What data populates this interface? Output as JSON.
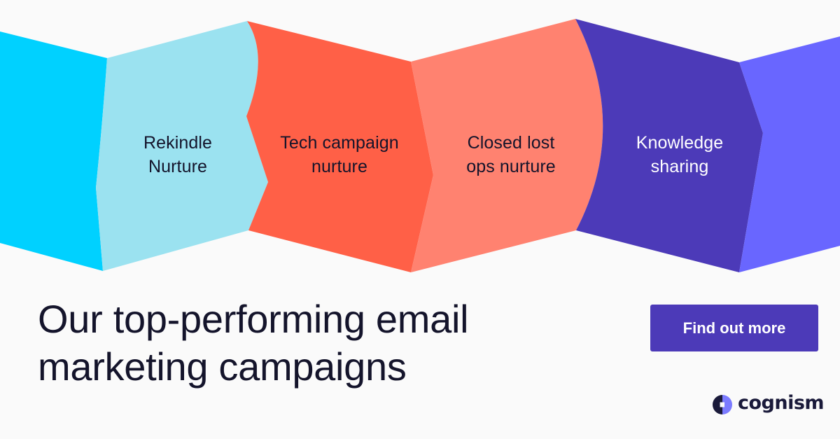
{
  "banner": {
    "segments": [
      {
        "id": "cyan",
        "label_line1": "",
        "label_line2": "",
        "color": "#00D1FF"
      },
      {
        "id": "rekindle",
        "label_line1": "Rekindle",
        "label_line2": "Nurture",
        "color": "#9BE2F0"
      },
      {
        "id": "tech",
        "label_line1": "Tech campaign",
        "label_line2": "nurture",
        "color": "#FF6047"
      },
      {
        "id": "closed-lost",
        "label_line1": "Closed lost",
        "label_line2": "ops nurture",
        "color": "#FF8270"
      },
      {
        "id": "knowledge",
        "label_line1": "Knowledge",
        "label_line2": "sharing",
        "color": "#4C3AB8"
      },
      {
        "id": "periwinkle",
        "label_line1": "",
        "label_line2": "",
        "color": "#6966FF"
      }
    ]
  },
  "headline": {
    "line1": "Our top-performing email",
    "line2": "marketing campaigns"
  },
  "cta": {
    "label": "Find out more",
    "color": "#4C3AB8"
  },
  "brand": {
    "name": "cognism",
    "logo_icon": "cognism-logo-icon",
    "colors": {
      "dark": "#1A1A3A",
      "light": "#6966FF"
    }
  },
  "colors": {
    "background": "#FAFAFA",
    "text": "#14142B"
  }
}
